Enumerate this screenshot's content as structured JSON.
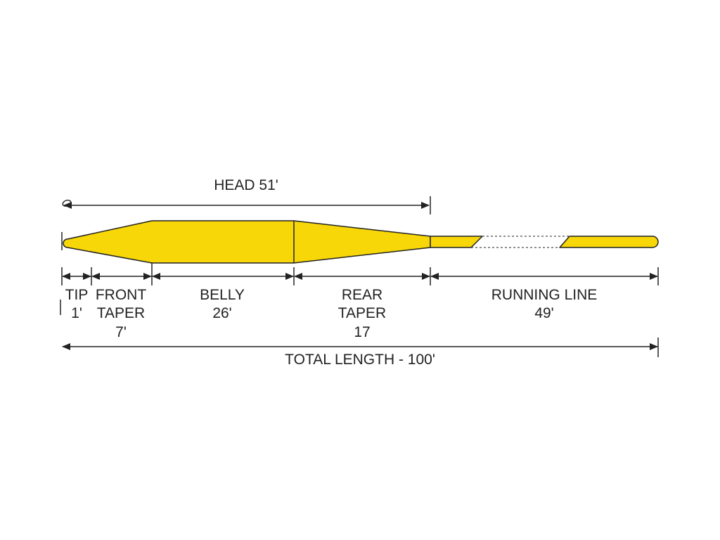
{
  "colors": {
    "line_fill": "#f7d708",
    "outline": "#222222",
    "background": "#ffffff"
  },
  "head": {
    "label": "HEAD 51'"
  },
  "sections": {
    "tip": {
      "name": "TIP",
      "length": "1'"
    },
    "front_taper": {
      "name_line1": "FRONT",
      "name_line2": "TAPER",
      "length": "7'"
    },
    "belly": {
      "name": "BELLY",
      "length": "26'"
    },
    "rear_taper": {
      "name_line1": "REAR",
      "name_line2": "TAPER",
      "length": "17"
    },
    "running_line": {
      "name": "RUNNING LINE",
      "length": "49'"
    }
  },
  "total": {
    "label": "TOTAL LENGTH - 100'"
  }
}
